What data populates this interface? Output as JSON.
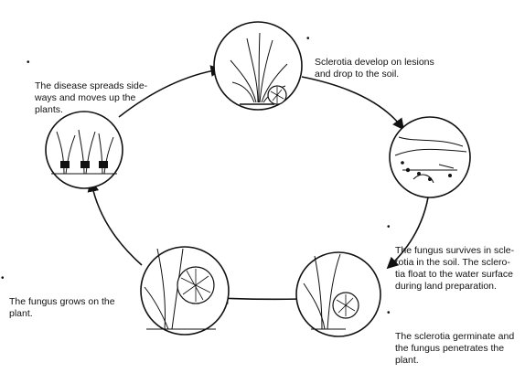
{
  "diagram": {
    "type": "life-cycle",
    "colors": {
      "ink": "#111111",
      "background": "#ffffff"
    },
    "stages": [
      {
        "id": "top",
        "text": "Sclerotia develop on lesions\nand drop to the soil."
      },
      {
        "id": "right",
        "text": "The fungus survives in scle-\nrotia in the soil. The sclero-\ntia float to the water surface\nduring land preparation."
      },
      {
        "id": "bottom-right",
        "text": "The sclerotia germinate and\nthe fungus penetrates the\nplant."
      },
      {
        "id": "bottom-left",
        "text": "The fungus grows on the\nplant."
      },
      {
        "id": "left",
        "text": "The disease spreads side-\nways and moves up the\nplants."
      }
    ],
    "bullet": "•",
    "cycle_direction": "clockwise"
  }
}
